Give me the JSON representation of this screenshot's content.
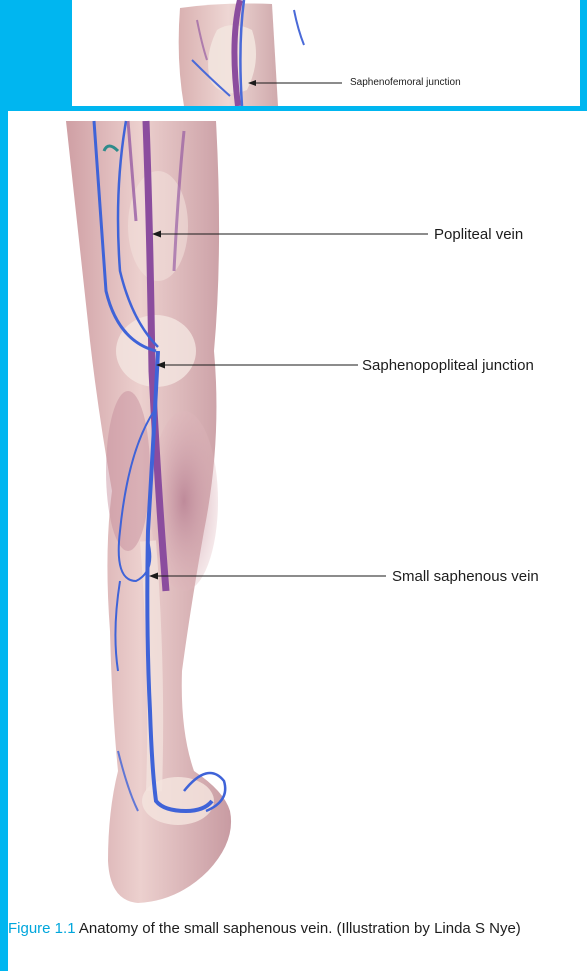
{
  "top_inset": {
    "label": "Saphenofemoral junction"
  },
  "figure": {
    "labels": {
      "popliteal_vein": "Popliteal vein",
      "saphenopopliteal_junction": "Saphenopopliteal junction",
      "small_saphenous_vein": "Small saphenous vein"
    },
    "caption_prefix": "Figure 1.1",
    "caption_text": "Anatomy of the small saphenous vein. (Illustration by Linda S Nye)"
  },
  "colors": {
    "frame": "#00b6f0",
    "caption_accent": "#00a6dc",
    "vein_blue": "#3f63d8",
    "vein_purple": "#8b4d9e",
    "skin": "#e3b8b8"
  }
}
